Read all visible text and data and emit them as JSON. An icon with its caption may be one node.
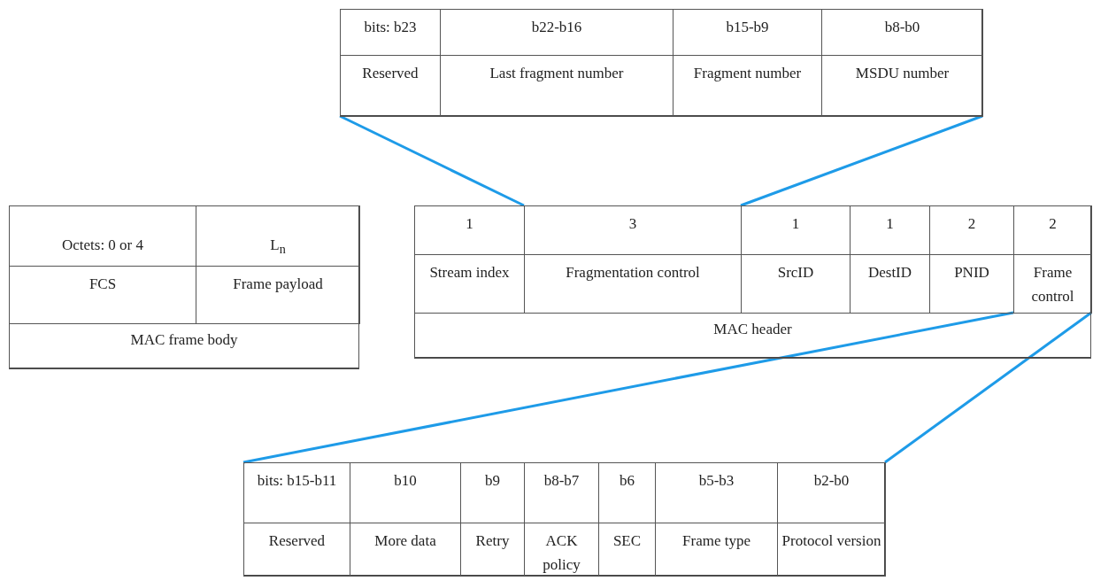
{
  "diagram": {
    "nodes": [
      {
        "text": [],
        "shape": "box"
      },
      {
        "text": [
          "bits: b23",
          "Reserved"
        ],
        "in": 0
      },
      {
        "text": [
          "b22-b16",
          "Last fragment number"
        ],
        "in": 0
      },
      {
        "text": [
          "b15-b9",
          "Fragment number"
        ],
        "in": 0
      },
      {
        "text": [
          "b8-b0",
          "MSDU number"
        ],
        "in": 0
      },
      {
        "text": [
          "MAC frame body"
        ]
      },
      {
        "text": [
          "Octets: 0 or 4",
          "FCS"
        ],
        "in": 5
      },
      {
        "text": [
          "L$_{n}$",
          "Frame payload"
        ],
        "in": 5
      },
      {
        "text": [
          "MAC header"
        ]
      },
      {
        "text": [
          "1",
          "Stream index"
        ],
        "in": 8
      },
      {
        "text": [
          "3",
          "Fragmentation control"
        ],
        "in": 8
      },
      {
        "text": [
          "1",
          "SrcID"
        ],
        "in": 8
      },
      {
        "text": [
          "1",
          "DestID"
        ],
        "in": 8
      },
      {
        "text": [
          "2",
          "PNID"
        ],
        "in": 8
      },
      {
        "text": [
          "2",
          "Frame control"
        ],
        "in": 8
      },
      {
        "text": [],
        "shape": "box"
      },
      {
        "text": [
          "bits: b15-b11",
          "Reserved"
        ],
        "in": 15
      },
      {
        "text": [
          "b10",
          "More data"
        ],
        "in": 15
      },
      {
        "text": [
          "b9",
          "Retry"
        ],
        "in": 15
      },
      {
        "text": [
          "b8-b7",
          "ACK policy"
        ],
        "in": 15
      },
      {
        "text": [
          "b6",
          "SEC"
        ],
        "in": 15
      },
      {
        "text": [
          "b5-b3",
          "Frame type"
        ],
        "in": 15
      },
      {
        "text": [
          "b2-b0",
          "Protocol version"
        ],
        "in": 15
      }
    ],
    "edges": [
      {
        "from": 10,
        "to": 0,
        "arrow": "none"
      },
      {
        "from": 10,
        "to": 0,
        "arrow": "none"
      },
      {
        "from": 14,
        "to": 15,
        "arrow": "none"
      },
      {
        "from": 14,
        "to": 15,
        "arrow": "none"
      }
    ]
  }
}
